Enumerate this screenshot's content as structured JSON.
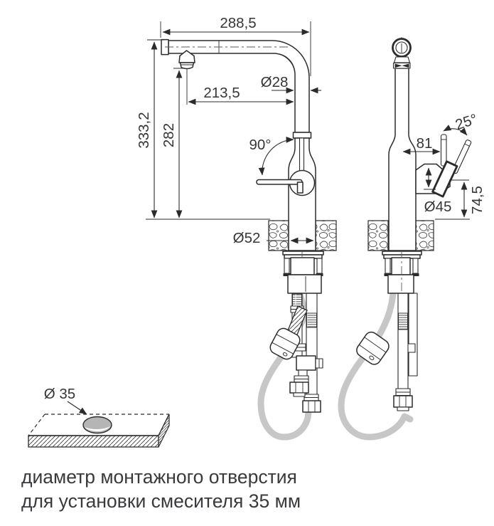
{
  "drawing": {
    "front_view": {
      "width": "288,5",
      "reach": "213,5",
      "spout_diameter": "Ø28",
      "total_height": "333,2",
      "spout_height": "282",
      "handle_swing_angle": "90°",
      "base_diameter": "Ø52"
    },
    "side_view": {
      "handle_tilt_angle": "25°",
      "handle_offset": "81",
      "body_diameter": "Ø45",
      "body_height": "74,5"
    },
    "mounting_hole": {
      "diameter": "Ø 35"
    },
    "caption": {
      "line1": "диаметр монтажного отверстия",
      "line2": "для установки смесителя 35 мм"
    },
    "colors": {
      "line": "#2b2b2b",
      "hose": "#c7c7c7",
      "hole_fill": "#b5b5b5",
      "text": "#363636",
      "background": "#ffffff"
    }
  }
}
